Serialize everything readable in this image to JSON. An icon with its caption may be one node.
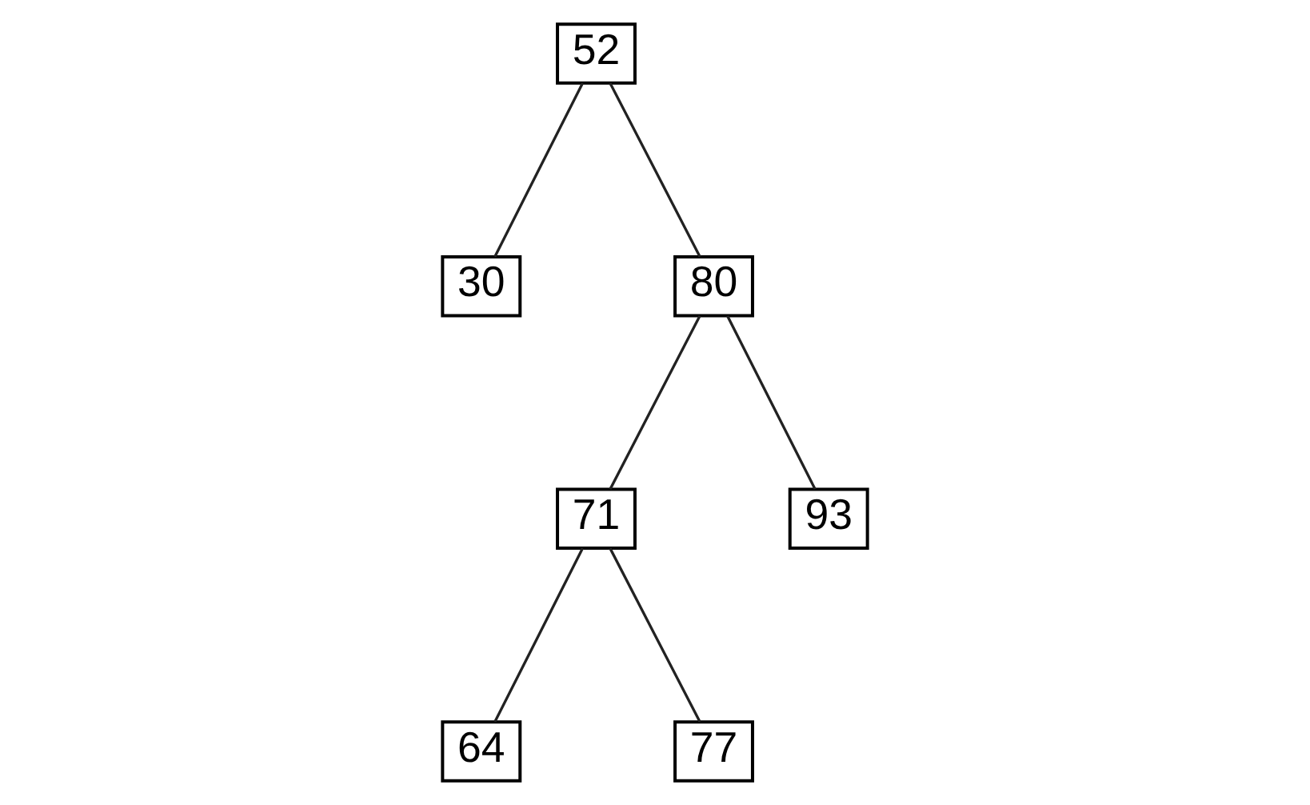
{
  "diagram": {
    "nodes": [
      {
        "text": [
          "52"
        ]
      },
      {
        "text": [
          "30"
        ]
      },
      {
        "text": [
          "80"
        ]
      },
      {
        "text": [
          "71"
        ]
      },
      {
        "text": [
          "93"
        ]
      },
      {
        "text": [
          "64"
        ]
      },
      {
        "text": [
          "77"
        ]
      }
    ],
    "edges": [
      {
        "from": 0,
        "to": 1,
        "arrow": "none"
      },
      {
        "from": 0,
        "to": 2,
        "arrow": "none"
      },
      {
        "from": 2,
        "to": 3,
        "arrow": "none"
      },
      {
        "from": 2,
        "to": 4,
        "arrow": "none"
      },
      {
        "from": 3,
        "to": 5,
        "arrow": "none"
      },
      {
        "from": 3,
        "to": 6,
        "arrow": "none"
      }
    ]
  }
}
